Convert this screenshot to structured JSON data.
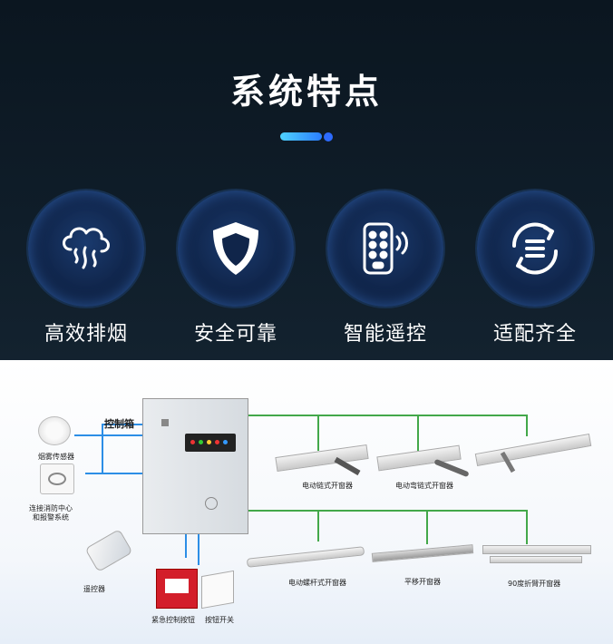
{
  "header": {
    "title": "系统特点"
  },
  "features": [
    {
      "label": "高效排烟",
      "icon": "smoke-cloud-icon"
    },
    {
      "label": "安全可靠",
      "icon": "shield-icon"
    },
    {
      "label": "智能遥控",
      "icon": "remote-control-icon"
    },
    {
      "label": "适配齐全",
      "icon": "refresh-cycle-icon"
    }
  ],
  "diagram": {
    "control_box": "控制箱",
    "smoke_sensor": "烟雾传感器",
    "fire_center_line1": "连接消防中心",
    "fire_center_line2": "和报警系统",
    "remote": "遥控器",
    "emergency_button": "紧急控制按钮",
    "button_switch": "按钮开关",
    "chain_opener": "电动链式开窗器",
    "curved_chain_opener": "电动弯链式开窗器",
    "screw_opener": "电动螺杆式开窗器",
    "parallel_opener": "平移开窗器",
    "folding_opener": "90度折臂开窗器"
  }
}
